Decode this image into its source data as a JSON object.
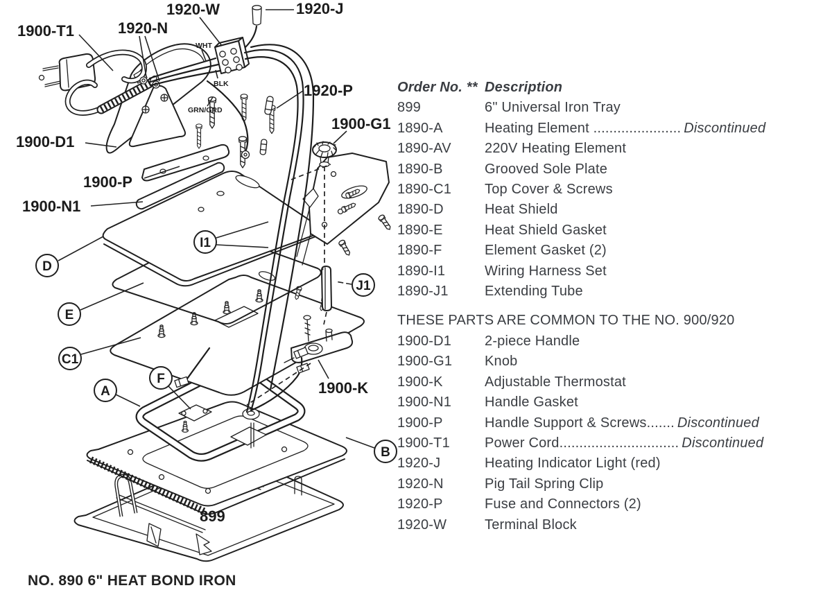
{
  "caption": "NO. 890 6\" HEAT BOND IRON",
  "colors": {
    "ink": "#1f1f1f",
    "list_text": "#3a3d42"
  },
  "diagram": {
    "labels": {
      "t1": "1900-T1",
      "n1920": "1920-N",
      "w1920": "1920-W",
      "j1920": "1920-J",
      "p1920": "1920-P",
      "g1": "1900-G1",
      "d1": "1900-D1",
      "p1900": "1900-P",
      "n1": "1900-N1",
      "k": "1900-K",
      "tray": "899"
    },
    "callouts": {
      "a": "A",
      "b": "B",
      "c1": "C1",
      "d": "D",
      "e": "E",
      "f": "F",
      "i1": "I1",
      "j1": "J1"
    },
    "wire_labels": {
      "wht": "WHT",
      "blk": "BLK",
      "grn": "GRN/GRD"
    }
  },
  "parts": {
    "header": {
      "order_no": "Order No. **",
      "description": "Description"
    },
    "s1": {
      "rows": [
        {
          "no": "899",
          "desc": "6\" Universal Iron Tray",
          "status": ""
        },
        {
          "no": "1890-A",
          "desc": "Heating Element ......................",
          "status": "Discontinued"
        },
        {
          "no": "1890-AV",
          "desc": "220V Heating Element",
          "status": ""
        },
        {
          "no": "1890-B",
          "desc": "Grooved Sole Plate",
          "status": ""
        },
        {
          "no": "1890-C1",
          "desc": "Top Cover & Screws",
          "status": ""
        },
        {
          "no": "1890-D",
          "desc": "Heat Shield",
          "status": ""
        },
        {
          "no": "1890-E",
          "desc": "Heat Shield Gasket",
          "status": ""
        },
        {
          "no": "1890-F",
          "desc": "Element Gasket (2)",
          "status": ""
        },
        {
          "no": "1890-I1",
          "desc": "Wiring Harness Set",
          "status": ""
        },
        {
          "no": "1890-J1",
          "desc": "Extending Tube",
          "status": ""
        }
      ]
    },
    "s2": {
      "heading": "THESE PARTS ARE COMMON TO THE NO. 900/920",
      "rows": [
        {
          "no": "1900-D1",
          "desc": "2-piece Handle",
          "status": ""
        },
        {
          "no": "1900-G1",
          "desc": "Knob",
          "status": ""
        },
        {
          "no": "1900-K",
          "desc": "Adjustable Thermostat",
          "status": ""
        },
        {
          "no": "1900-N1",
          "desc": "Handle Gasket",
          "status": ""
        },
        {
          "no": "1900-P",
          "desc": "Handle Support & Screws.......",
          "status": "Discontinued"
        },
        {
          "no": "1900-T1",
          "desc": "Power Cord..............................",
          "status": "Discontinued"
        },
        {
          "no": "1920-J",
          "desc": "Heating Indicator Light (red)",
          "status": ""
        },
        {
          "no": "1920-N",
          "desc": "Pig Tail Spring Clip",
          "status": ""
        },
        {
          "no": "1920-P",
          "desc": "Fuse and Connectors (2)",
          "status": ""
        },
        {
          "no": "1920-W",
          "desc": "Terminal Block",
          "status": ""
        }
      ]
    }
  }
}
